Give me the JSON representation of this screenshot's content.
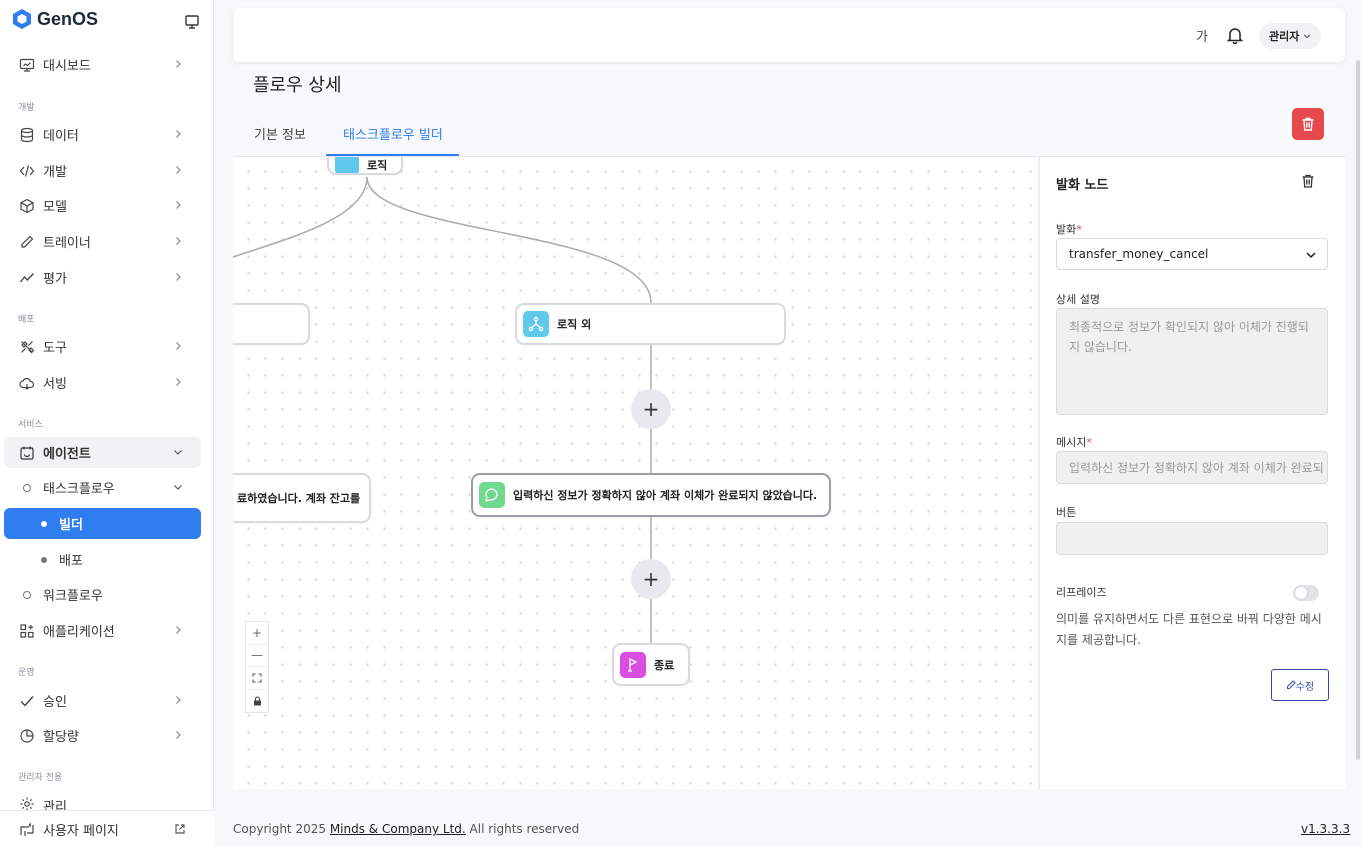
{
  "app": {
    "name": "GenOS"
  },
  "sidebar": {
    "sections": {
      "develop": "개발",
      "deploy": "배포",
      "service": "서비스",
      "operation": "운영",
      "admin": "관리자 전용"
    },
    "dashboard": "대시보드",
    "data": "데이터",
    "dev": "개발",
    "model": "모델",
    "trainer": "트레이너",
    "eval": "평가",
    "tools": "도구",
    "serving": "서빙",
    "agent": "에이전트",
    "taskflow": "태스크플로우",
    "builder": "빌더",
    "deploy_item": "배포",
    "workflow": "워크플로우",
    "application": "애플리케이션",
    "approval": "승인",
    "quota": "할당량",
    "manage": "관리",
    "user_page": "사용자 페이지"
  },
  "header": {
    "lang": "가",
    "admin": "관리자"
  },
  "page": {
    "title": "플로우 상세",
    "tabs": [
      "기본 정보",
      "태스크플로우 빌더"
    ]
  },
  "canvas": {
    "nodes": {
      "top_partial": "로직",
      "logic_else": "로직 외",
      "left_partial": "료하였습니다. 계좌 잔고를",
      "speech": "입력하신 정보가 정확하지 않아 계좌 이체가 완료되지 않았습니다.",
      "end": "종료"
    },
    "plus": "+",
    "zoom": [
      "+",
      "—",
      "⛶",
      "🔒"
    ]
  },
  "panel": {
    "title": "발화 노드",
    "utterance_label": "발화",
    "utterance_value": "transfer_money_cancel",
    "desc_label": "상세 설명",
    "desc_value": "최종적으로 정보가 확인되지 않아 이체가 진행되지 않습니다.",
    "message_label": "메시지",
    "message_value": "입력하신 정보가 정확하지 않아 계좌 이체가 완료되",
    "button_label": "버튼",
    "button_value": "",
    "rephrase_label": "리프레이즈",
    "rephrase_desc": "의미를 유지하면서도 다른 표현으로 바꿔 다양한 메시지를 제공합니다.",
    "edit": "수정"
  },
  "footer": {
    "copyright": "Copyright 2025",
    "company": "Minds & Company Ltd.",
    "rights": "All rights reserved",
    "version": "v1.3.3.3"
  },
  "colors": {
    "accent": "#2f7df0",
    "danger": "#e5484d",
    "speech_node": "#6fd98f",
    "logic_node": "#5fc8ec",
    "end_node": "#d94de0"
  }
}
